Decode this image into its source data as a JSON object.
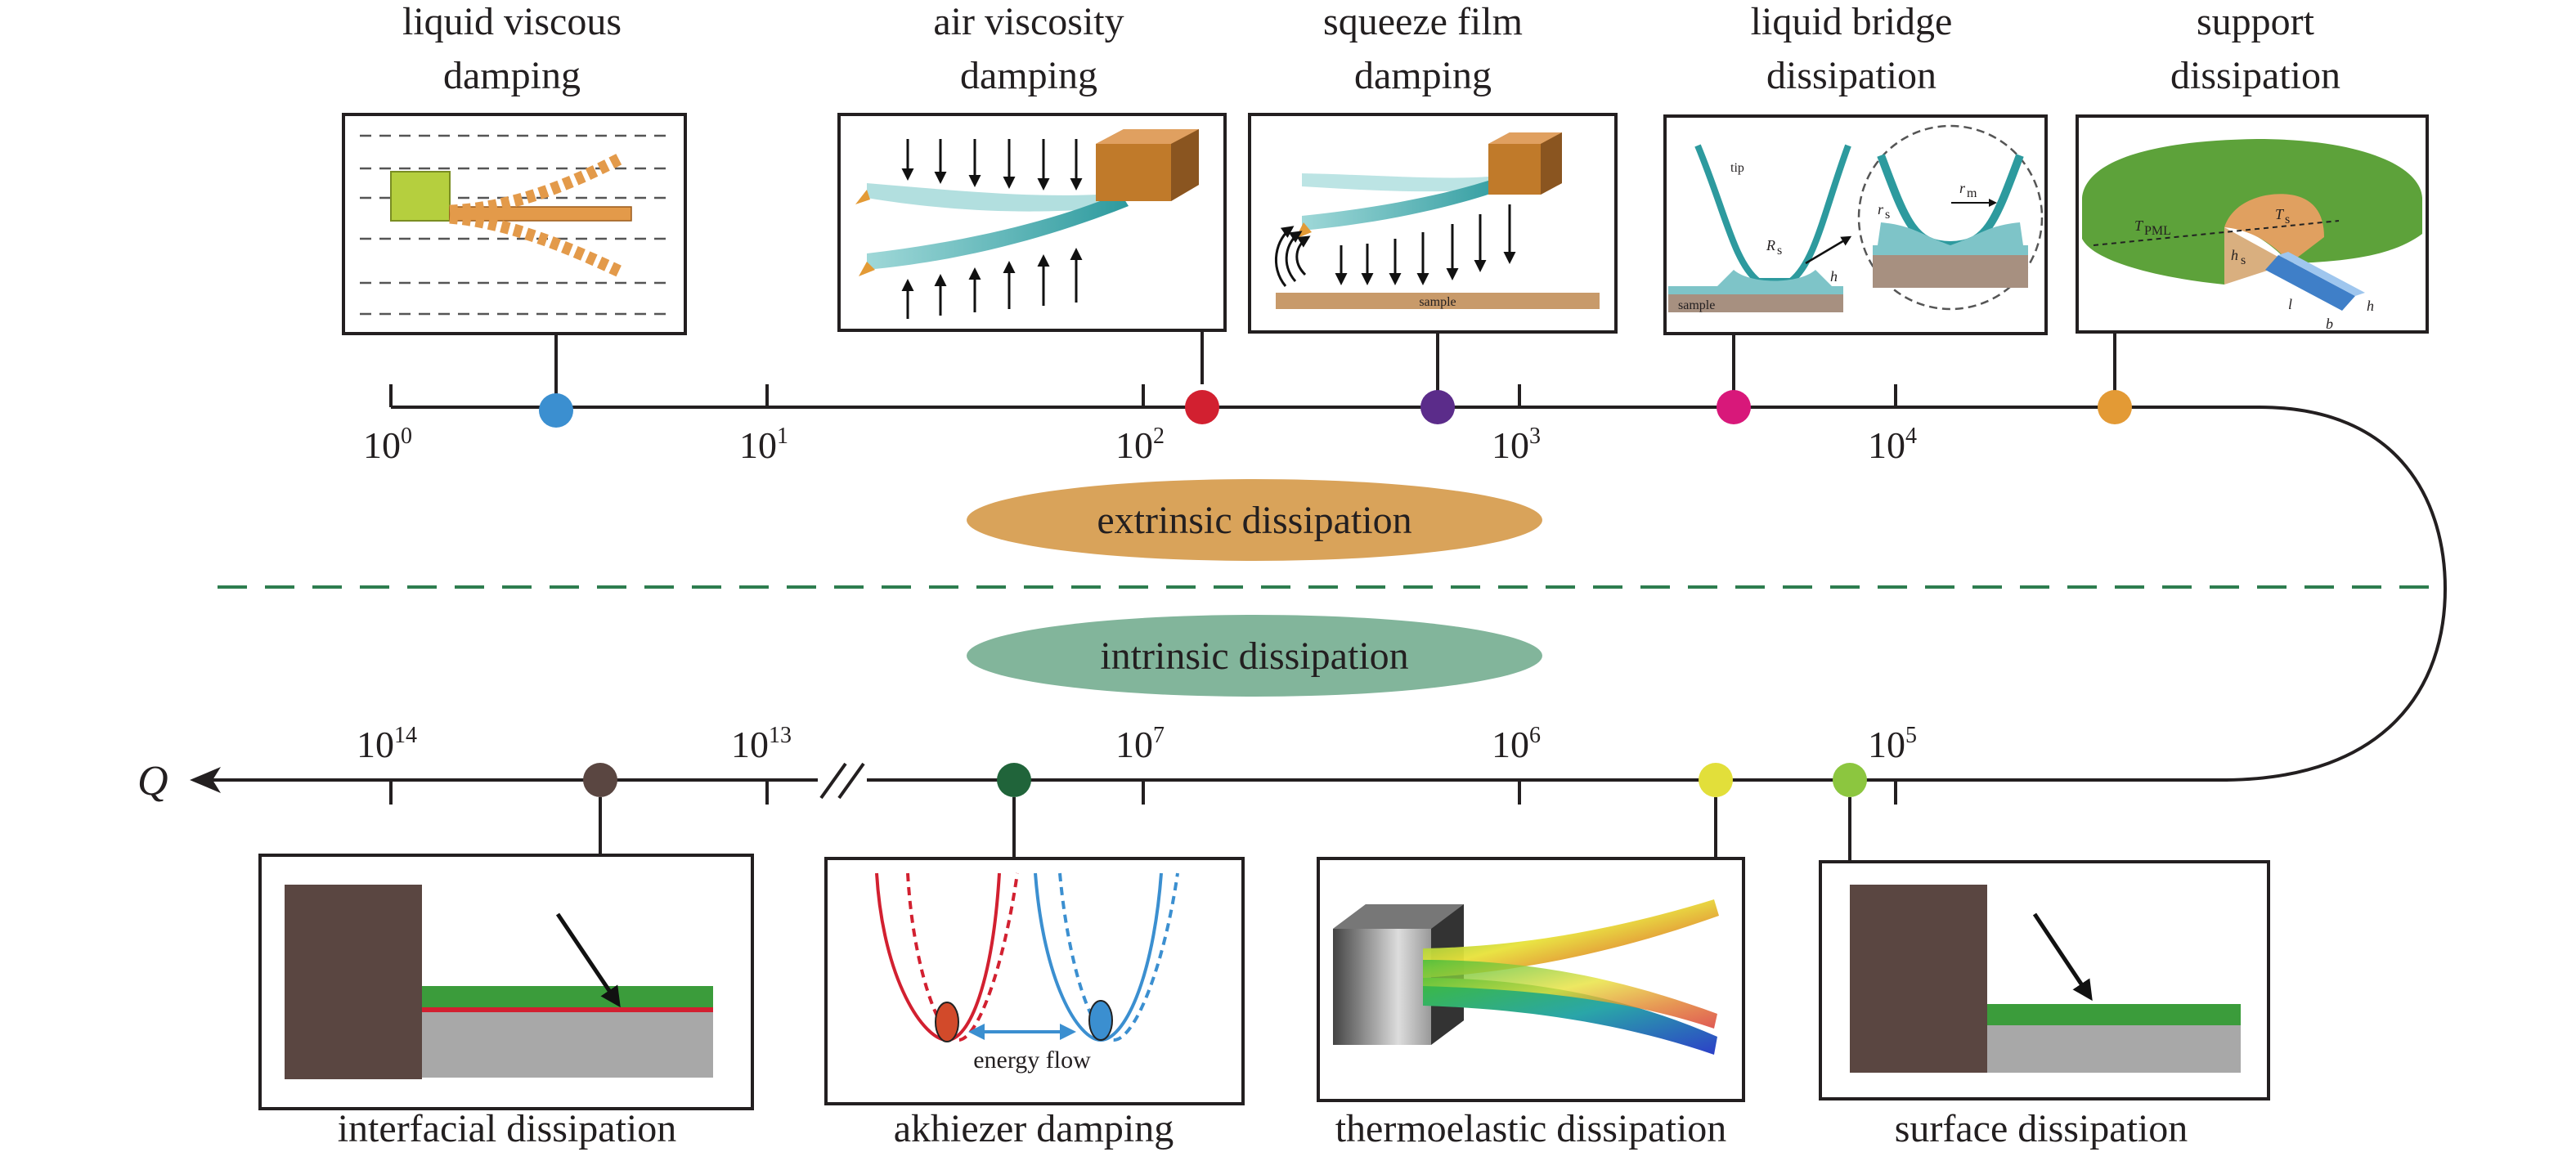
{
  "top_labels": [
    {
      "line1": "liquid viscous",
      "line2": "damping"
    },
    {
      "line1": "air viscosity",
      "line2": "damping"
    },
    {
      "line1": "squeeze film",
      "line2": "damping"
    },
    {
      "line1": "liquid bridge",
      "line2": "dissipation"
    },
    {
      "line1": "support",
      "line2": "dissipation"
    }
  ],
  "top_ticks": [
    {
      "base": "10",
      "exp": "0"
    },
    {
      "base": "10",
      "exp": "1"
    },
    {
      "base": "10",
      "exp": "2"
    },
    {
      "base": "10",
      "exp": "3"
    },
    {
      "base": "10",
      "exp": "4"
    }
  ],
  "bottom_ticks": [
    {
      "base": "10",
      "exp": "14"
    },
    {
      "base": "10",
      "exp": "13"
    },
    {
      "base": "10",
      "exp": "7"
    },
    {
      "base": "10",
      "exp": "6"
    },
    {
      "base": "10",
      "exp": "5"
    }
  ],
  "bottom_labels": [
    "interfacial dissipation",
    "akhiezer damping",
    "thermoelastic dissipation",
    "surface dissipation"
  ],
  "axis_label": "Q",
  "extrinsic_label": "extrinsic dissipation",
  "intrinsic_label": "intrinsic dissipation",
  "inset_text": {
    "sample_air": "sample",
    "tip": "tip",
    "R_s": "R",
    "R_s_sub": "s",
    "h": "h",
    "sample_bridge": "sample",
    "r_s": "r",
    "r_s_sub": "s",
    "r_m": "r",
    "r_m_sub": "m",
    "T_PML": "T",
    "T_PML_sub": "PML",
    "T_s": "T",
    "T_s_sub": "s",
    "h_s": "h",
    "h_s_sub": "s",
    "l": "l",
    "b": "b",
    "h_beam": "h",
    "energy_flow": "energy flow"
  },
  "colors": {
    "liquid_viscous": "#3b8fd0",
    "air_viscosity": "#d22030",
    "squeeze_film": "#5b2c8a",
    "liquid_bridge": "#d8187a",
    "support": "#e39a35",
    "interfacial": "#5a4641",
    "akhiezer": "#20643a",
    "thermoelastic": "#e2df3a",
    "surface": "#8cc63f",
    "extrinsic_pill": "#d9a35a",
    "intrinsic_pill": "#82b59b",
    "divider": "#2e7d4f"
  }
}
